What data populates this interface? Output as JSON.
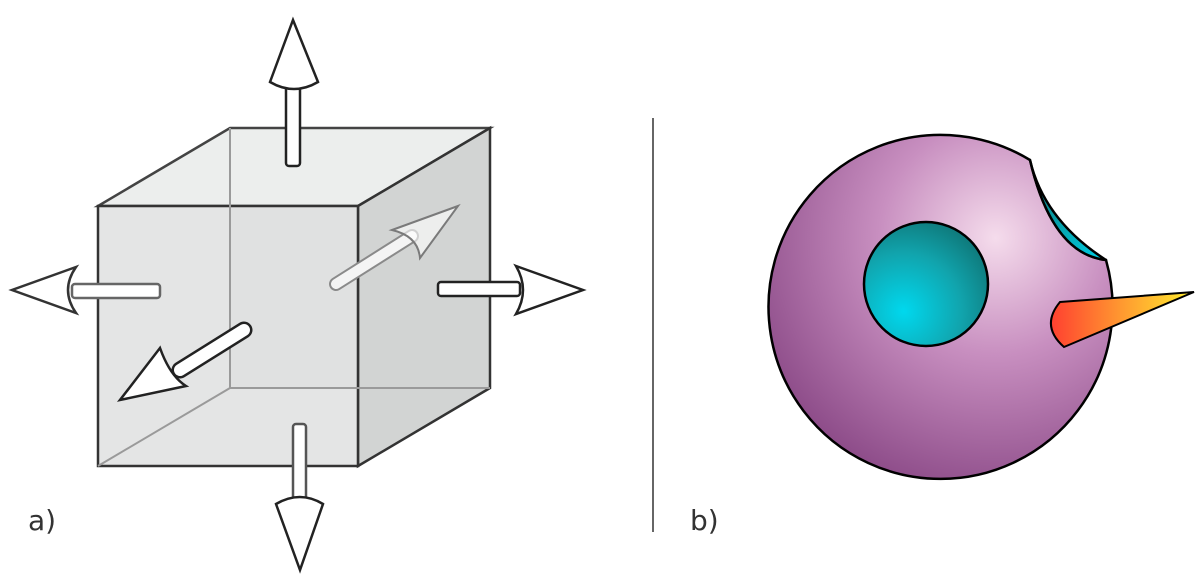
{
  "panels": [
    {
      "label": "a)"
    },
    {
      "label": "b)"
    }
  ],
  "colors": {
    "cube_face": "#dfe1e0",
    "cube_edge": "#333333",
    "arrow_fill": "#ffffff",
    "sphere_light": "#f5dcec",
    "sphere_dark": "#8e4d8a",
    "cavity_light": "#00d8ee",
    "cavity_dark": "#0e7070",
    "spike_tip": "#ffee2e",
    "spike_base": "#ff4030",
    "divider": "#666666"
  },
  "icons": {
    "panel_a": "cube-with-six-outward-arrows",
    "panel_b": "sphere-with-cavities-and-spike"
  }
}
